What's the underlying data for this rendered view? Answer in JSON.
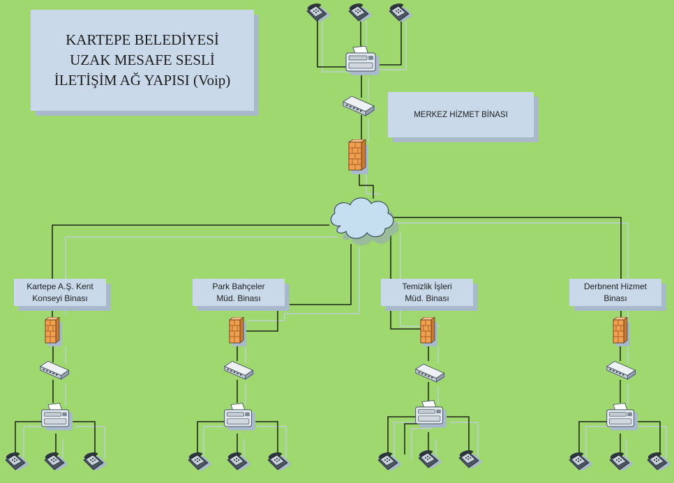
{
  "diagram": {
    "title_lines": [
      "KARTEPE BELEDİYESİ",
      "UZAK MESAFE SESLİ",
      "İLETİŞİM AĞ YAPISI (Voip)"
    ],
    "hq_label": "MERKEZ HİZMET BİNASI",
    "sites": [
      {
        "label_lines": [
          "Kartepe A.Ş. Kent",
          "Konseyi Binası"
        ]
      },
      {
        "label_lines": [
          "Park Bahçeler",
          "Müd. Binası"
        ]
      },
      {
        "label_lines": [
          "Temizlik İşleri",
          "Müd. Binası"
        ]
      },
      {
        "label_lines": [
          "Derbnent Hizmet",
          "Binası"
        ]
      }
    ],
    "colors": {
      "background": "#9fd86f",
      "label_box": "#c9d9ea",
      "firewall": "#f0a04e",
      "cloud": "#c6dff0",
      "wire": "#000000"
    },
    "icons": {
      "telephone": "telephone-icon",
      "pbx": "fax-pbx-icon",
      "switch": "network-switch-icon",
      "firewall": "firewall-icon",
      "cloud": "internet-cloud-icon"
    }
  }
}
